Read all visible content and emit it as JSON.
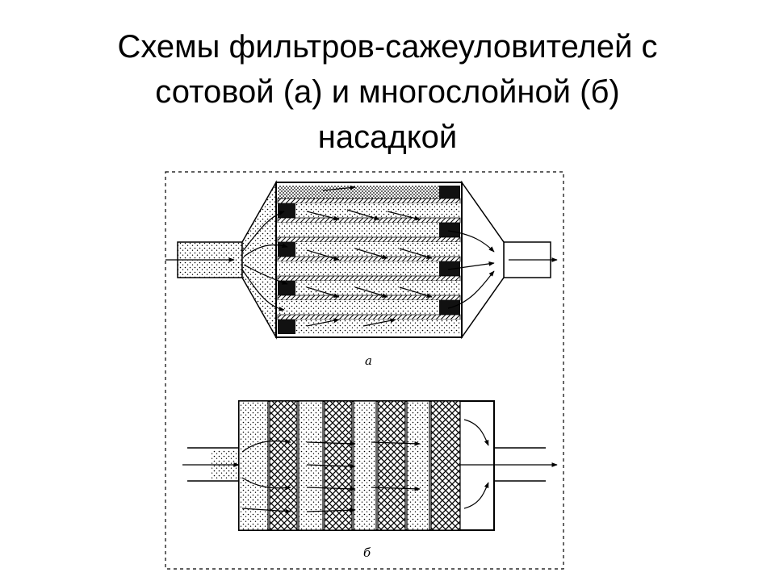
{
  "slide": {
    "title_lines": [
      "Схемы фильтров-сажеуловителей с",
      "сотовой (а) и многослойной (б)",
      "насадкой"
    ]
  },
  "figure": {
    "label_a": "а",
    "label_b": "б"
  }
}
